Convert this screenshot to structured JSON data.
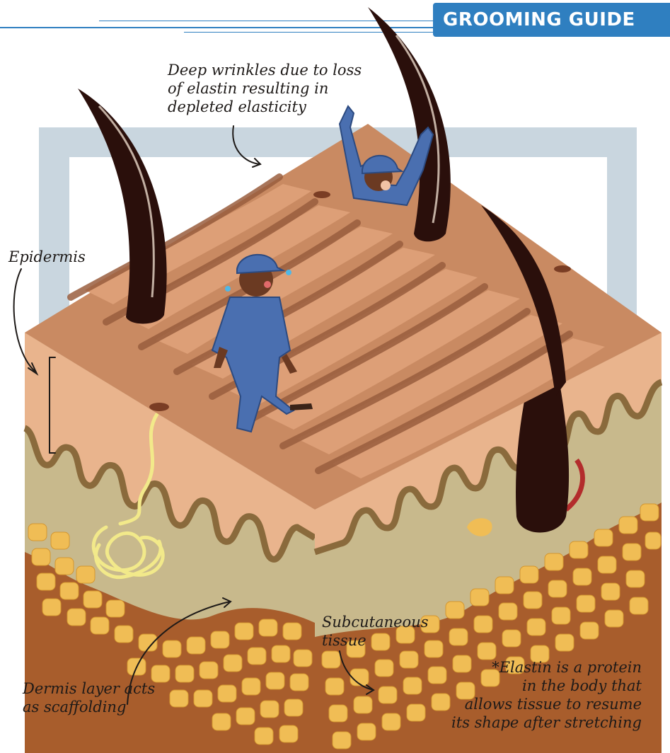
{
  "header": {
    "section_badge": "GROOMING GUIDE",
    "accent_color": "#2f7fc0"
  },
  "annotations": {
    "wrinkles": [
      "Deep wrinkles due to loss",
      "of elastin resulting in",
      "depleted elasticity"
    ],
    "epidermis": "Epidermis",
    "dermis": [
      "Dermis layer acts",
      "as scaffolding"
    ],
    "subcutaneous": [
      "Subcutaneous",
      "tissue"
    ],
    "elastin_note": [
      "*Elastin is a protein",
      "in the body that",
      "allows tissue to resume",
      "its shape after stretching"
    ]
  },
  "illustration": {
    "subject": "skin-cross-section-block",
    "figures": [
      "worker-figure-standing",
      "worker-figure-arms-raised"
    ],
    "colors": {
      "skin_top": "#c98a62",
      "skin_ridge": "#dd9f77",
      "skin_groove": "#9a5e3e",
      "epidermis": "#e9b48d",
      "dermis": "#c8b98c",
      "fat_cells": "#f0bd55",
      "fat_matrix": "#a85d2c",
      "hair": "#2a0f0b",
      "overall_blue": "#4a6fb0",
      "frame": "#c9d6df"
    }
  }
}
